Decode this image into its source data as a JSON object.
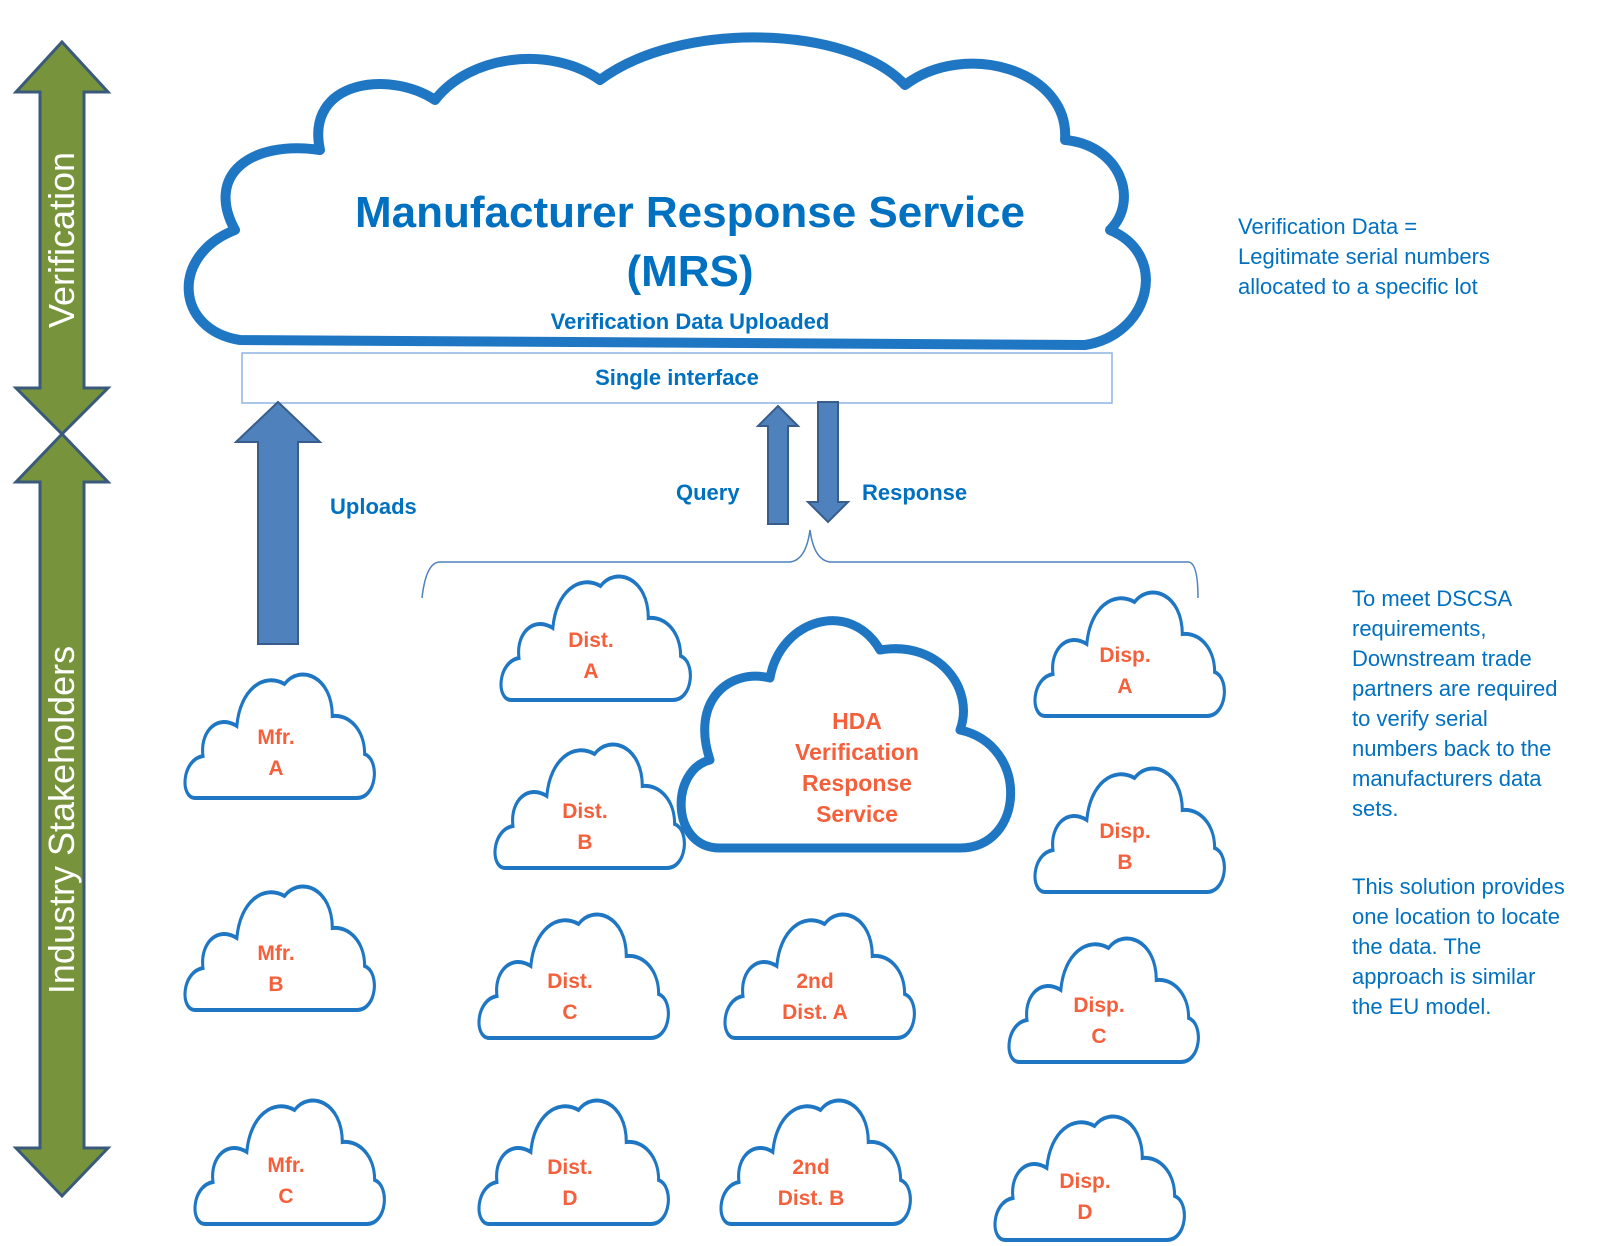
{
  "side_bars": {
    "top_label": "Verification",
    "bottom_label": "Industry Stakeholders",
    "color": "#77933c"
  },
  "mrs": {
    "title_line1": "Manufacturer Response Service",
    "title_line2": "(MRS)",
    "subtitle": "Verification Data Uploaded",
    "interface_label": "Single interface"
  },
  "arrows": {
    "uploads": "Uploads",
    "query": "Query",
    "response": "Response",
    "color": "#4f81bd"
  },
  "notes": {
    "definition": [
      "Verification Data =",
      "Legitimate serial numbers",
      "allocated to a specific lot"
    ],
    "requirement": [
      "To meet DSCSA",
      "requirements,",
      "Downstream trade",
      "partners are required",
      "to verify serial",
      "numbers back to the",
      "manufacturers data",
      "sets."
    ],
    "solution": [
      "This solution provides",
      "one location to locate",
      "the data. The",
      "approach is similar",
      "the EU model."
    ]
  },
  "hda": [
    "HDA",
    "Verification",
    "Response",
    "Service"
  ],
  "clouds": {
    "mfr_a": [
      "Mfr.",
      "A"
    ],
    "mfr_b": [
      "Mfr.",
      "B"
    ],
    "mfr_c": [
      "Mfr.",
      "C"
    ],
    "dist_a": [
      "Dist.",
      "A"
    ],
    "dist_b": [
      "Dist.",
      "B"
    ],
    "dist_c": [
      "Dist.",
      "C"
    ],
    "dist_d": [
      "Dist.",
      "D"
    ],
    "second_dist_a": [
      "2nd",
      "Dist. A"
    ],
    "second_dist_b": [
      "2nd",
      "Dist. B"
    ],
    "disp_a": [
      "Disp.",
      "A"
    ],
    "disp_b": [
      "Disp.",
      "B"
    ],
    "disp_c": [
      "Disp.",
      "C"
    ],
    "disp_d": [
      "Disp.",
      "D"
    ]
  },
  "colors": {
    "cloud_outline": "#1f77c4",
    "title_blue": "#0070c0",
    "cloud_text": "#f4603c"
  }
}
